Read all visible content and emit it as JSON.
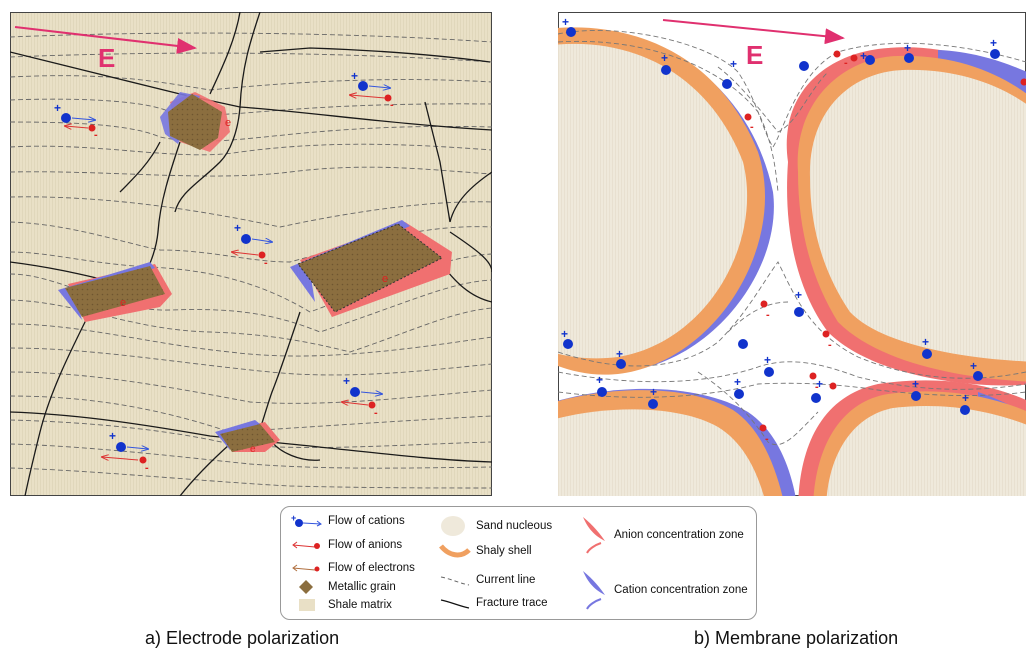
{
  "panel_a": {
    "field_label": "E",
    "caption": "a) Electrode polarization",
    "cation_sign": "+",
    "anion_sign": "-",
    "electron_sign": "e"
  },
  "panel_b": {
    "field_label": "E",
    "caption": "b) Membrane polarization",
    "cation_sign": "+",
    "anion_sign": "-"
  },
  "legend": {
    "items": [
      {
        "label": "Flow of cations"
      },
      {
        "label": "Flow of anions"
      },
      {
        "label": "Flow of electrons"
      },
      {
        "label": "Metallic grain"
      },
      {
        "label": "Shale matrix"
      },
      {
        "label": "Sand nucleous"
      },
      {
        "label": "Shaly shell"
      },
      {
        "label": "Current line"
      },
      {
        "label": "Fracture trace"
      },
      {
        "label": "Anion concentration zone"
      },
      {
        "label": "Cation concentration zone"
      }
    ]
  },
  "colors": {
    "field_arrow": "#e0306f",
    "cation": "#1133cc",
    "anion": "#dd2222",
    "metallic_grain": "#8b6e3f",
    "shale_matrix": "#e9e0c6",
    "sand_nucleous": "#efe9db",
    "shaly_shell": "#f0a060",
    "anion_zone": "#f07070",
    "cation_zone": "#7777e0"
  }
}
